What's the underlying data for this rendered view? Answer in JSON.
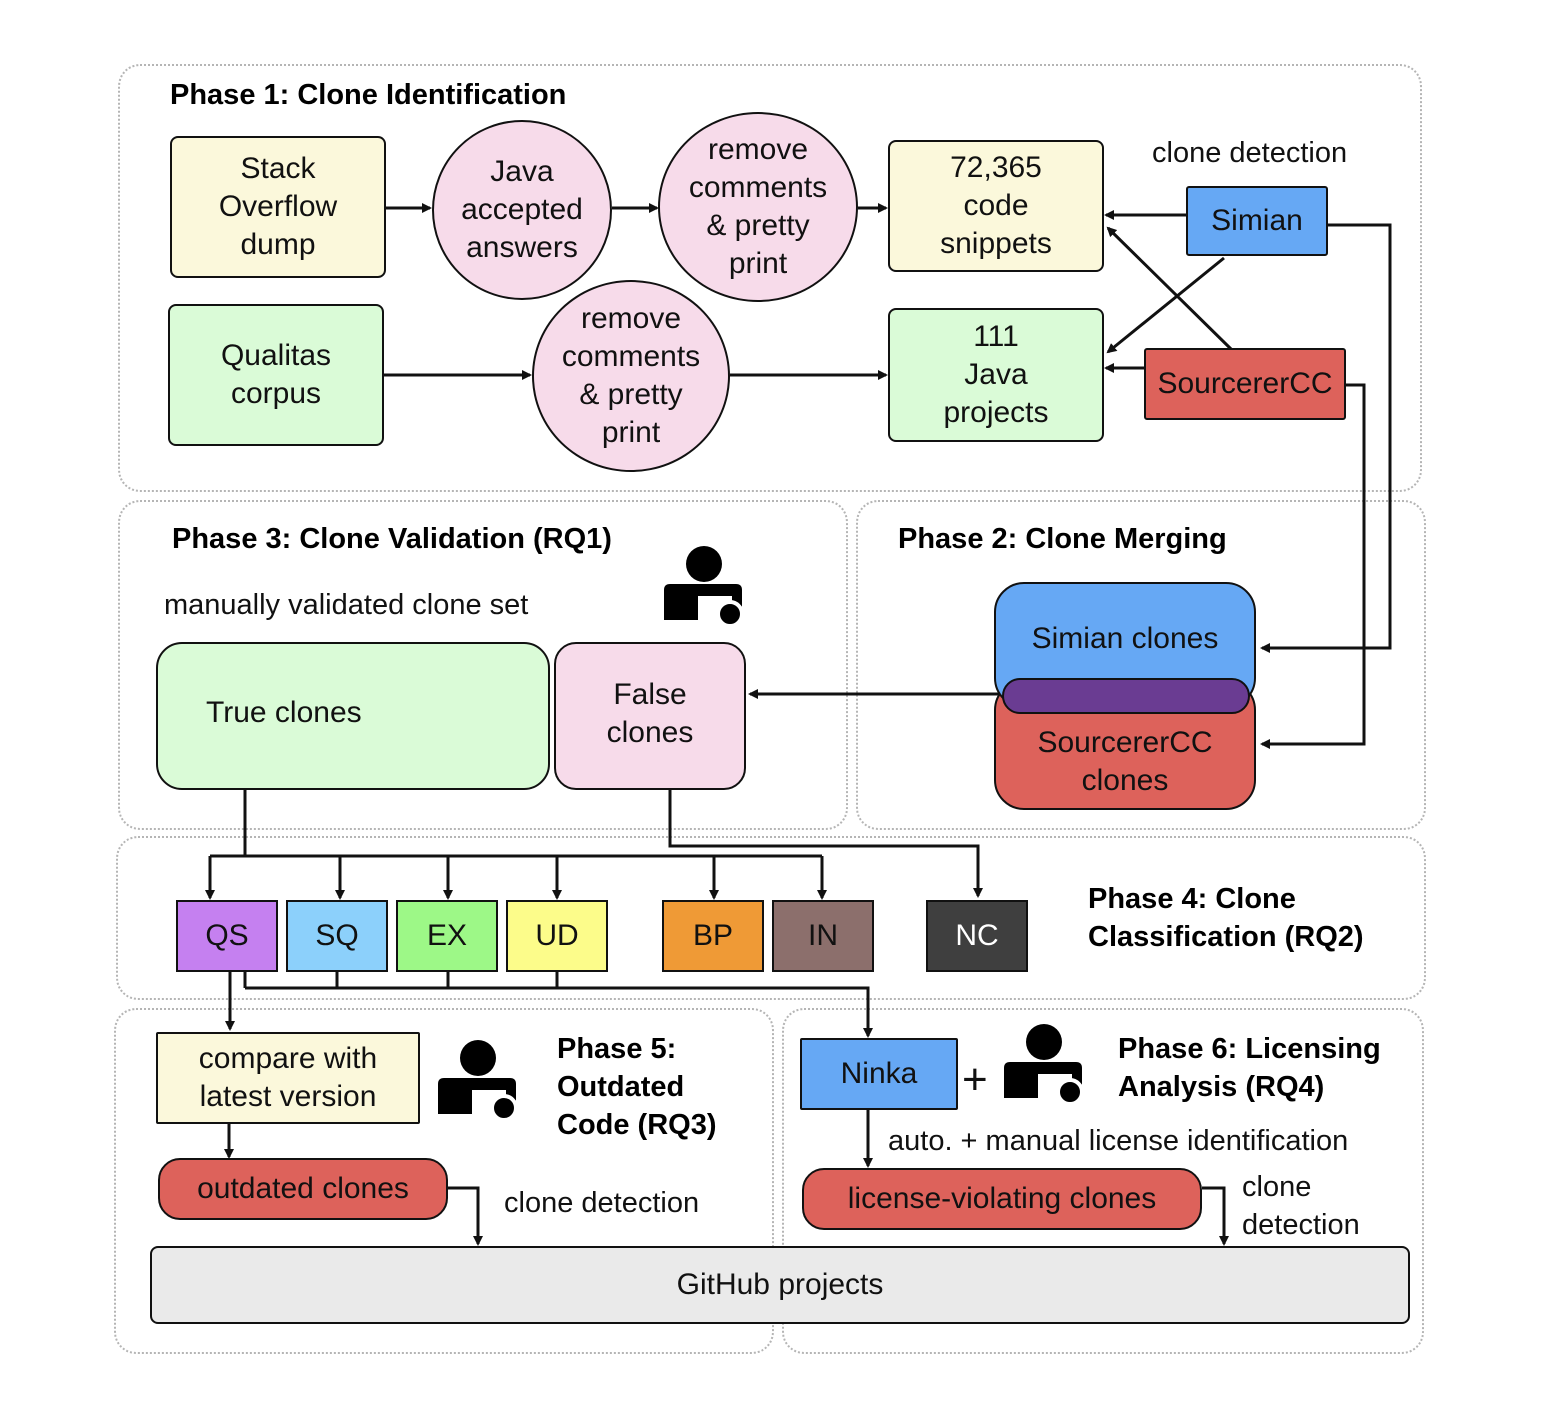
{
  "phases": {
    "p1": "Phase 1: Clone Identification",
    "p2": "Phase 2: Clone Merging",
    "p3": "Phase 3: Clone Validation (RQ1)",
    "p4": "Phase 4: Clone\nClassification (RQ2)",
    "p5": "Phase 5:\nOutdated\nCode (RQ3)",
    "p6": "Phase 6: Licensing\nAnalysis (RQ4)"
  },
  "phase1": {
    "so_dump": "Stack\nOverflow\ndump",
    "java_accepted": "Java\naccepted\nanswers",
    "remove1": "remove\ncomments\n& pretty\nprint",
    "snippets": "72,365\ncode\nsnippets",
    "clone_detection": "clone detection",
    "simian": "Simian",
    "qualitas": "Qualitas\ncorpus",
    "remove2": "remove\ncomments\n& pretty\nprint",
    "java_projects": "111\nJava\nprojects",
    "sourcerercc": "SourcererCC"
  },
  "phase2": {
    "simian_clones": "Simian clones",
    "sourcerercc_clones": "SourcererCC\nclones"
  },
  "phase3": {
    "manual_label": "manually validated clone set",
    "true_clones": "True clones",
    "false_clones": "False\nclones"
  },
  "phase4": {
    "categories": [
      {
        "code": "QS",
        "color": "#c580f0",
        "text_color": "#111111"
      },
      {
        "code": "SQ",
        "color": "#8cd0fb",
        "text_color": "#111111"
      },
      {
        "code": "EX",
        "color": "#9df887",
        "text_color": "#111111"
      },
      {
        "code": "UD",
        "color": "#fcfc8a",
        "text_color": "#111111"
      },
      {
        "code": "BP",
        "color": "#ef9a36",
        "text_color": "#111111"
      },
      {
        "code": "IN",
        "color": "#8c6f6c",
        "text_color": "#111111"
      },
      {
        "code": "NC",
        "color": "#3f3f3f",
        "text_color": "#ffffff"
      }
    ]
  },
  "phase5": {
    "compare": "compare with\nlatest version",
    "outdated": "outdated clones",
    "clone_detection": "clone detection"
  },
  "phase6": {
    "ninka": "Ninka",
    "plus": "+",
    "auto_manual": "auto. + manual license identification",
    "violating": "license-violating clones",
    "clone_detection": "clone\ndetection"
  },
  "github": "GitHub projects",
  "colors": {
    "yellow": "#fbf8db",
    "green": "#dafbd7",
    "pink": "#f7dbea",
    "blue": "#66a8f4",
    "red": "#dd625b",
    "purple": "#6a3c92",
    "gray": "#eaeaea"
  },
  "icons": [
    "person-laptop-icon",
    "person-laptop-icon",
    "person-laptop-icon"
  ]
}
